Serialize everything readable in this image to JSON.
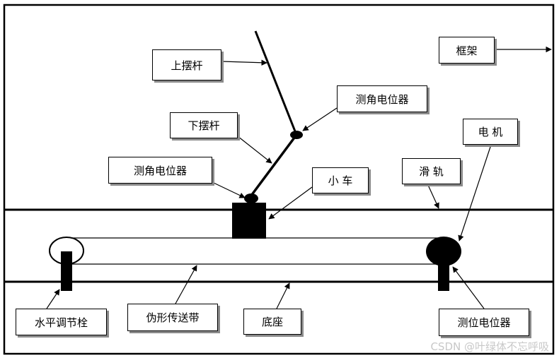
{
  "labels": {
    "upper_rod": "上摆杆",
    "frame": "框架",
    "angle_pot_top": "测角电位器",
    "lower_rod": "下摆杆",
    "motor": "电 机",
    "angle_pot_left": "测角电位器",
    "cart": "小 车",
    "rail": "滑 轨",
    "leveling_bolt": "水平调节栓",
    "belt": "伪形传送带",
    "base": "底座",
    "position_pot": "测位电位器"
  },
  "watermark": "CSDN @叶绿体不忘呼吸",
  "colors": {
    "line": "#000000",
    "shadow": "#8a8a8a",
    "watermark": "#c8c8c8"
  }
}
